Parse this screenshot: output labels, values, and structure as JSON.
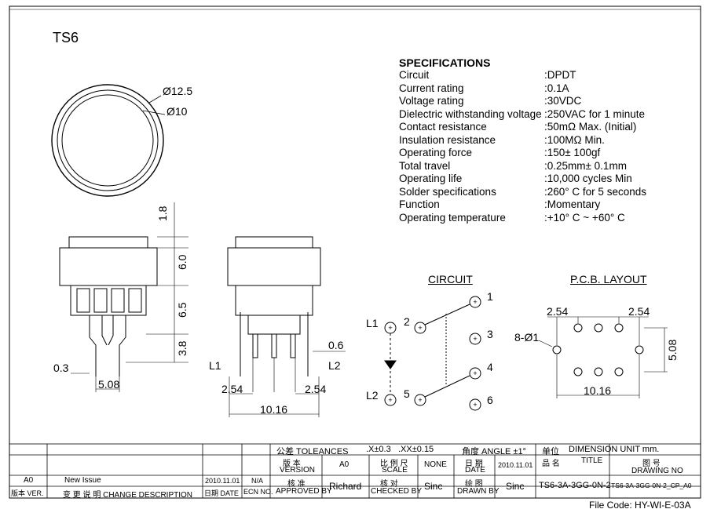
{
  "drawing": {
    "model": "TS6",
    "file_code": "File Code: HY-WI-E-03A"
  },
  "specifications": {
    "heading": "SPECIFICATIONS",
    "rows": [
      {
        "label": "Circuit",
        "value": ":DPDT"
      },
      {
        "label": "Current rating",
        "value": ":0.1A"
      },
      {
        "label": "Voltage rating",
        "value": ":30VDC"
      },
      {
        "label": "Dielectric withstanding voltage",
        "value": ":250VAC for 1 minute"
      },
      {
        "label": "Contact resistance",
        "value": ":50mΩ  Max. (Initial)"
      },
      {
        "label": "Insulation resistance",
        "value": ":100MΩ  Min."
      },
      {
        "label": "Operating force",
        "value": ":150± 100gf"
      },
      {
        "label": "Total travel",
        "value": ":0.25mm± 0.1mm"
      },
      {
        "label": "Operating life",
        "value": ":10,000 cycles Min"
      },
      {
        "label": "Solder specifications",
        "value": ":260° C for 5 seconds"
      },
      {
        "label": "Function",
        "value": ":Momentary"
      },
      {
        "label": "Operating temperature",
        "value": ":+10° C ~ +60° C"
      }
    ]
  },
  "top_view": {
    "outer_dia": "Ø12.5",
    "inner_dia": "Ø10"
  },
  "side_view": {
    "dim_1_8": "1.8",
    "dim_6_0": "6.0",
    "dim_6_5": "6.5",
    "dim_3_8": "3.8",
    "dim_0_3": "0.3",
    "dim_5_08": "5.08",
    "label_l1": "L1"
  },
  "front_view": {
    "dim_0_6": "0.6",
    "dim_2_54_left": "2.54",
    "dim_2_54_right": "2.54",
    "dim_10_16": "10.16",
    "label_l2": "L2"
  },
  "circuit": {
    "heading": "CIRCUIT",
    "labels": {
      "l1": "L1",
      "l2": "L2"
    },
    "pins": [
      "1",
      "2",
      "3",
      "4",
      "5",
      "6"
    ]
  },
  "pcb": {
    "heading": "P.C.B. LAYOUT",
    "dim_left": "2.54",
    "dim_right": "2.54",
    "holes": "8-Ø1",
    "dim_5_08": "5.08",
    "dim_10_16": "10.16"
  },
  "title_block": {
    "tolerances": "公差 TOLEANCES",
    "tol_x": ".X±0.3",
    "tol_xx": ".XX±0.15",
    "angle": "角度 ANGLE ±1°",
    "unit_cn": "单位",
    "unit": "DIMENSION UNIT     mm.",
    "version_cn": "版 本",
    "version": "VERSION",
    "version_val": "A0",
    "scale_cn": "比 例 尺",
    "scale": "SCALE",
    "scale_val": "NONE",
    "date_cn": "日 期",
    "date": "DATE",
    "date_val": "2010.11.01",
    "title_cn": "品 名",
    "title": "TITLE",
    "drawing_no_cn": "图 号",
    "drawing_no": "DRAWING NO",
    "rev_a0": "A0",
    "new_issue": "New Issue",
    "rev_date": "2010.11.01",
    "rev_na": "N/A",
    "approved_cn": "核 准",
    "approved": "APPROVED BY",
    "approved_val": "Richard",
    "checked_cn": "核 对",
    "checked": "CHECKED BY",
    "checked_val": "Sinc",
    "drawn_cn": "绘 图",
    "drawn": "DRAWN BY",
    "drawn_val": "Sinc",
    "title_val": "TS6-3A-3GG-0N-2",
    "drawing_no_val": "TS6-3A-3GG-0N-2_CP_A0",
    "ver_col": "版本 VER.",
    "change_desc": "变 更 说 明   CHANGE DESCRIPTION",
    "date_col": "日期 DATE",
    "ecn_col": "ECN NO."
  }
}
